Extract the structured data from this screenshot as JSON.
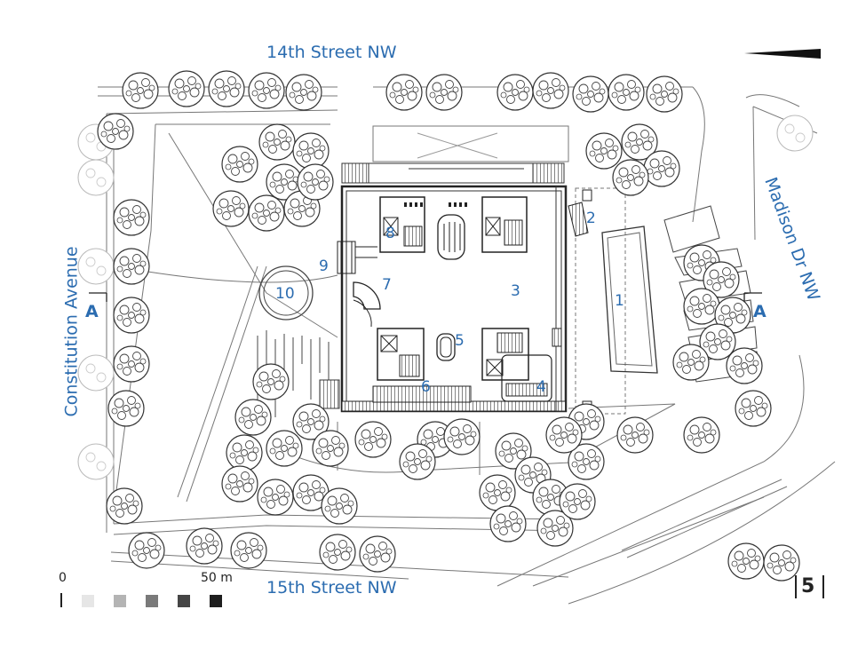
{
  "streets": {
    "north": "14th Street NW",
    "south": "15th Street NW",
    "west": "Constitution Avenue",
    "east": "Madison Dr NW"
  },
  "section_marks": {
    "west": "A",
    "east": "A"
  },
  "numbers": [
    "1",
    "2",
    "3",
    "4",
    "5",
    "6",
    "7",
    "8",
    "9",
    "10"
  ],
  "scale": {
    "start": "0",
    "end": "50 m"
  },
  "page_number": "5",
  "colors": {
    "label": "#2b6cb0",
    "line": "#555555",
    "tree": "#333333"
  }
}
